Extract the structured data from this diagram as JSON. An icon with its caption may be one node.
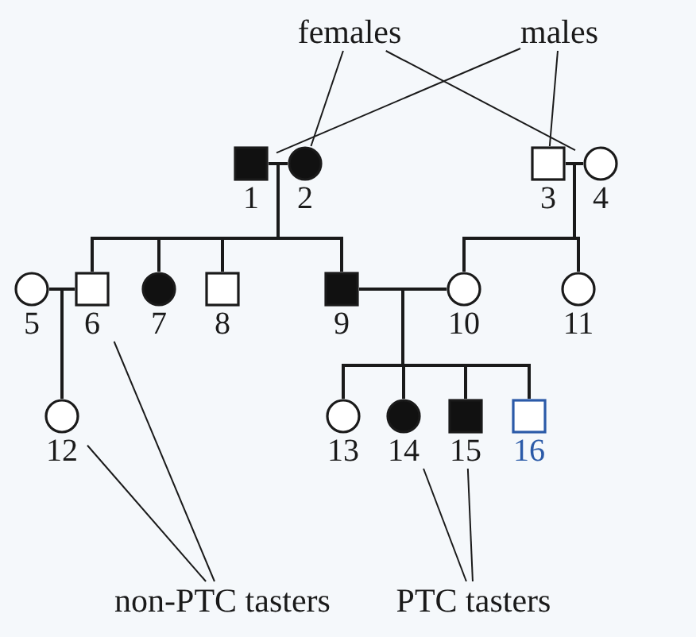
{
  "diagram": {
    "nodes": [
      {
        "text": [
          "females"
        ]
      },
      {
        "text": [
          "males"
        ]
      },
      {
        "text": [
          "1"
        ]
      },
      {
        "text": [
          "2"
        ]
      },
      {
        "text": [
          "3"
        ]
      },
      {
        "text": [
          "4"
        ]
      },
      {
        "text": [
          "5"
        ]
      },
      {
        "text": [
          "6"
        ]
      },
      {
        "text": [
          "7"
        ]
      },
      {
        "text": [
          "8"
        ]
      },
      {
        "text": [
          "9"
        ]
      },
      {
        "text": [
          "10"
        ]
      },
      {
        "text": [
          "11"
        ]
      },
      {
        "text": [
          "12"
        ]
      },
      {
        "text": [
          "13"
        ]
      },
      {
        "text": [
          "14"
        ]
      },
      {
        "text": [
          "15"
        ]
      },
      {
        "text": [
          "16"
        ]
      },
      {
        "text": [
          "non-PTC tasters"
        ]
      },
      {
        "text": [
          "PTC tasters"
        ]
      }
    ],
    "edges": [
      {
        "from": 0,
        "to": 3,
        "arrow": "none"
      },
      {
        "from": 0,
        "to": 5,
        "arrow": "none"
      },
      {
        "from": 1,
        "to": 2,
        "arrow": "none"
      },
      {
        "from": 1,
        "to": 4,
        "arrow": "none"
      },
      {
        "from": 2,
        "to": 3,
        "arrow": "none"
      },
      {
        "from": 2,
        "to": 7,
        "arrow": "none"
      },
      {
        "from": 3,
        "to": 7,
        "arrow": "none"
      },
      {
        "from": 2,
        "to": 8,
        "arrow": "none"
      },
      {
        "from": 3,
        "to": 8,
        "arrow": "none"
      },
      {
        "from": 2,
        "to": 9,
        "arrow": "none"
      },
      {
        "from": 3,
        "to": 9,
        "arrow": "none"
      },
      {
        "from": 2,
        "to": 10,
        "arrow": "none"
      },
      {
        "from": 3,
        "to": 10,
        "arrow": "none"
      },
      {
        "from": 4,
        "to": 5,
        "arrow": "none"
      },
      {
        "from": 4,
        "to": 11,
        "arrow": "none"
      },
      {
        "from": 5,
        "to": 11,
        "arrow": "none"
      },
      {
        "from": 4,
        "to": 12,
        "arrow": "none"
      },
      {
        "from": 5,
        "to": 12,
        "arrow": "none"
      },
      {
        "from": 6,
        "to": 7,
        "arrow": "none"
      },
      {
        "from": 7,
        "to": 13,
        "arrow": "none"
      },
      {
        "from": 6,
        "to": 13,
        "arrow": "none"
      },
      {
        "from": 10,
        "to": 11,
        "arrow": "none"
      },
      {
        "from": 10,
        "to": 14,
        "arrow": "none"
      },
      {
        "from": 11,
        "to": 14,
        "arrow": "none"
      },
      {
        "from": 10,
        "to": 15,
        "arrow": "none"
      },
      {
        "from": 11,
        "to": 15,
        "arrow": "none"
      },
      {
        "from": 10,
        "to": 16,
        "arrow": "none"
      },
      {
        "from": 11,
        "to": 16,
        "arrow": "none"
      },
      {
        "from": 10,
        "to": 17,
        "arrow": "none"
      },
      {
        "from": 11,
        "to": 17,
        "arrow": "none"
      },
      {
        "from": 18,
        "to": 13,
        "arrow": "none"
      },
      {
        "from": 18,
        "to": 7,
        "arrow": "none"
      },
      {
        "from": 19,
        "to": 15,
        "arrow": "none"
      },
      {
        "from": 19,
        "to": 16,
        "arrow": "none"
      }
    ]
  }
}
